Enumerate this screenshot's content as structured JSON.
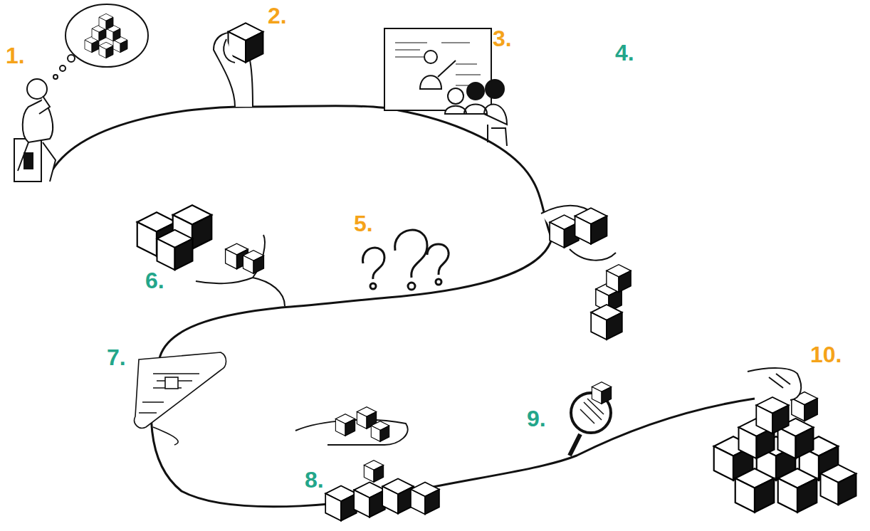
{
  "diagram": {
    "labels": [
      "1.",
      "2.",
      "3.",
      "4.",
      "5.",
      "6.",
      "7.",
      "8.",
      "9.",
      "10."
    ]
  }
}
